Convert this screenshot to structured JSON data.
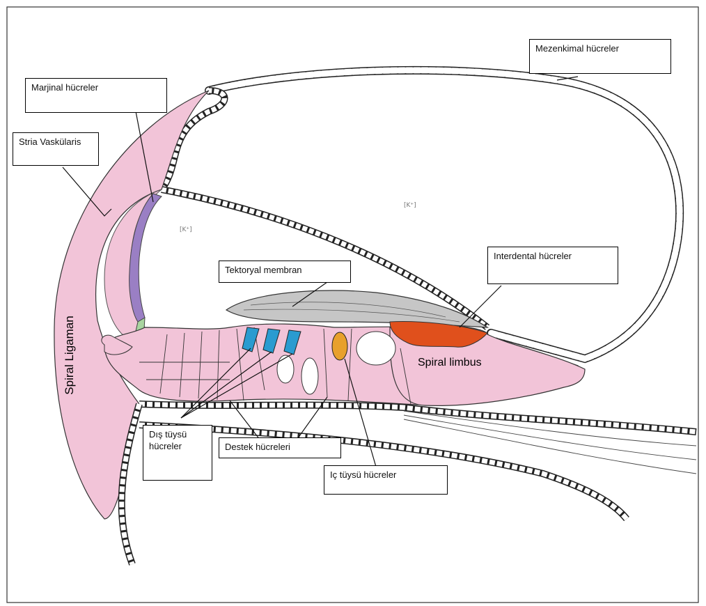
{
  "labels": {
    "mezenkimal": "Mezenkimal hücreler",
    "marjinal": "Marjinal hücreler",
    "stria": "Stria Vaskülaris",
    "tektoryal": "Tektoryal membran",
    "interdental": "Interdental hücreler",
    "spiral_limbus": "Spiral limbus",
    "spiral_ligaman": "Spiral Ligaman",
    "dis_tuysu": "Dış tüysü hücreler",
    "destek": "Destek hücreleri",
    "ic_tuysu": "Iç tüysü hücreler",
    "k_plus_large": "[K⁺]",
    "k_plus_small": "[K⁺]"
  },
  "colors": {
    "tissue_pink": "#f2c4d8",
    "marginal_purple": "#9a7fc4",
    "stria_green": "#a9d4a0",
    "tectorial_gray": "#c6c6c6",
    "outer_hair_blue": "#2a9bd0",
    "inner_hair_orange": "#e8a02c",
    "interdental_red": "#e0501c"
  }
}
